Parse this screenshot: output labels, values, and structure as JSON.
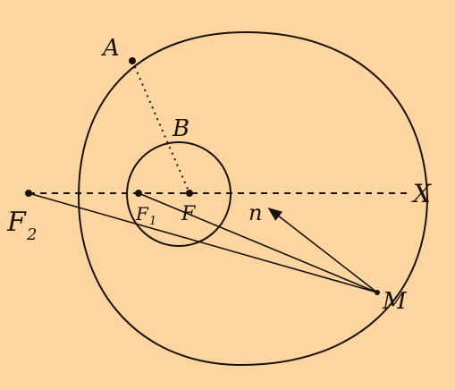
{
  "colors": {
    "background": "#FDD5A0",
    "ink": "#1a1208"
  },
  "labels": {
    "A": "A",
    "B": "B",
    "F": "F",
    "F1": "F",
    "F1_sub": "1",
    "F2": "F",
    "F2_sub": "2",
    "X": "X",
    "n": "n",
    "M": "M"
  }
}
